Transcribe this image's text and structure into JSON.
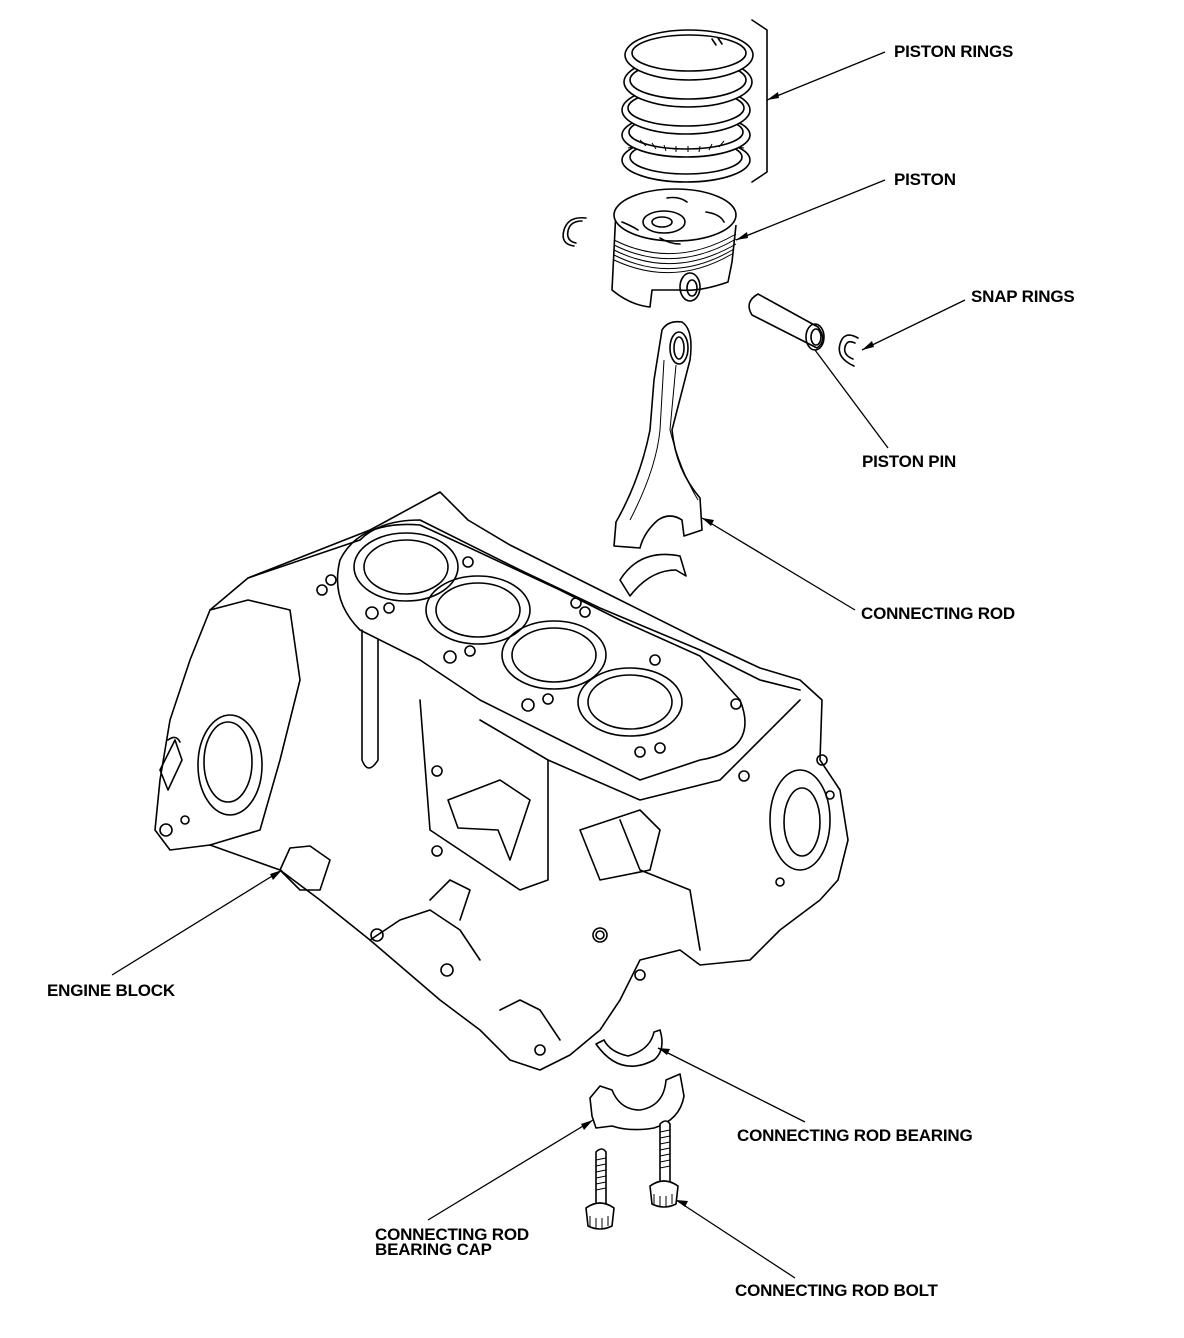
{
  "diagram": {
    "type": "exploded-parts-view",
    "subject": "engine block, piston and connecting rod assembly",
    "colors": {
      "ink": "#000000",
      "background": "#ffffff"
    },
    "labels": {
      "piston_rings": "PISTON RINGS",
      "piston": "PISTON",
      "snap_rings": "SNAP RINGS",
      "piston_pin": "PISTON PIN",
      "connecting_rod": "CONNECTING ROD",
      "engine_block": "ENGINE BLOCK",
      "connecting_rod_bearing": "CONNECTING ROD BEARING",
      "connecting_rod_bearing_cap_line1": "CONNECTING ROD",
      "connecting_rod_bearing_cap_line2": "BEARING CAP",
      "connecting_rod_bolt": "CONNECTING ROD BOLT"
    }
  }
}
